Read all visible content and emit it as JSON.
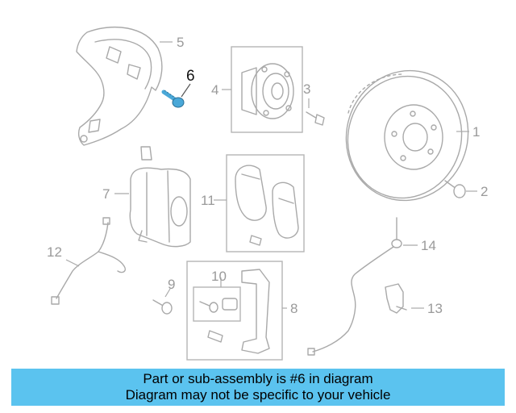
{
  "callouts": {
    "c1": "1",
    "c2": "2",
    "c3": "3",
    "c4": "4",
    "c5": "5",
    "c6": "6",
    "c7": "7",
    "c8": "8",
    "c9": "9",
    "c10": "10",
    "c11": "11",
    "c12": "12",
    "c13": "13",
    "c14": "14"
  },
  "highlight_part": "6",
  "colors": {
    "highlight": "#4aa8d8",
    "banner": "#5bc3ef",
    "line": "#a9a9a9"
  },
  "banner": {
    "line1": "Part or sub-assembly is #6 in diagram",
    "line2": "Diagram may not be specific to your vehicle"
  }
}
